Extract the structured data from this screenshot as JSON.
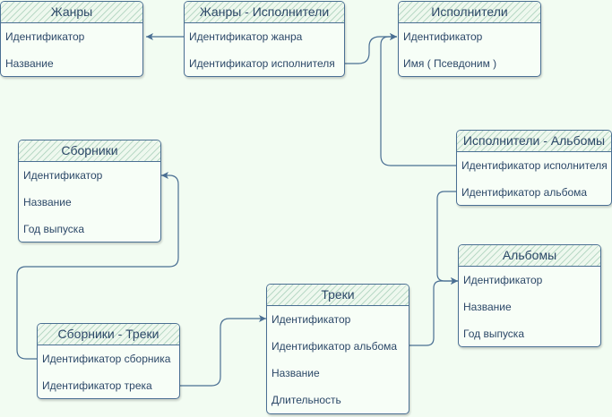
{
  "colors": {
    "background": "#f2fcf2",
    "line": "#4a6f93",
    "text": "#2c4868",
    "header_hatch": "#78b496"
  },
  "entities": {
    "genres": {
      "title": "Жанры",
      "fields": [
        "Идентификатор",
        "Название"
      ]
    },
    "genre_artists": {
      "title": "Жанры - Исполнители",
      "fields": [
        "Идентификатор жанра",
        "Идентификатор исполнителя"
      ]
    },
    "artists": {
      "title": "Исполнители",
      "fields": [
        "Идентификатор",
        "Имя ( Псевдоним )"
      ]
    },
    "collections": {
      "title": "Сборники",
      "fields": [
        "Идентификатор",
        "Название",
        "Год выпуска"
      ]
    },
    "artist_albums": {
      "title": "Исполнители - Альбомы",
      "fields": [
        "Идентификатор исполнителя",
        "Идентификатор альбома"
      ]
    },
    "albums": {
      "title": "Альбомы",
      "fields": [
        "Идентификатор",
        "Название",
        "Год выпуска"
      ]
    },
    "tracks": {
      "title": "Треки",
      "fields": [
        "Идентификатор",
        "Идентификатор альбома",
        "Название",
        "Длительность"
      ]
    },
    "collection_tracks": {
      "title": "Сборники - Треки",
      "fields": [
        "Идентификатор сборника",
        "Идентификатор трека"
      ]
    }
  }
}
